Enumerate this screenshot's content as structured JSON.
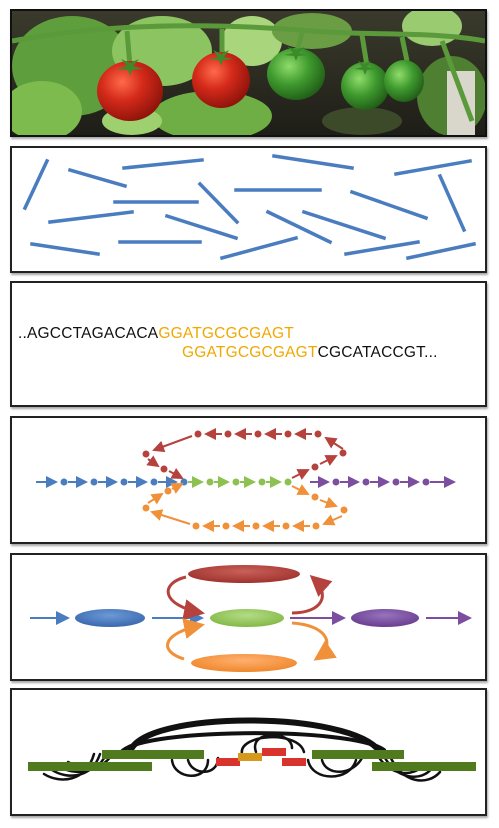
{
  "photo": {
    "subject": "tomato plant with red and green cherry tomatoes",
    "colors": {
      "red_fruit": "#d42a1a",
      "green_fruit": "#3f9a2e",
      "foliage": "#6aa84f",
      "soil": "#2b2a22"
    }
  },
  "reads_panel": {
    "read_color": "#4a7cc0"
  },
  "overlap_panel": {
    "line1": {
      "prefix": "..AGCCTAGACACA",
      "overlap": "GGATGCGCGAGT"
    },
    "line2": {
      "overlap": "GGATGCGCGAGT",
      "suffix": "CGCATACCGT..."
    },
    "overlap_color": "#f0a800"
  },
  "graph_colors": {
    "blue": "#4a7cc0",
    "red": "#b5423d",
    "green": "#8dc151",
    "orange": "#f0913a",
    "purple": "#7b4ea0",
    "dark_green": "#4f7a1e",
    "scaffold_red": "#d8332c",
    "scaffold_gold": "#d59a1c",
    "link_black": "#111111"
  }
}
